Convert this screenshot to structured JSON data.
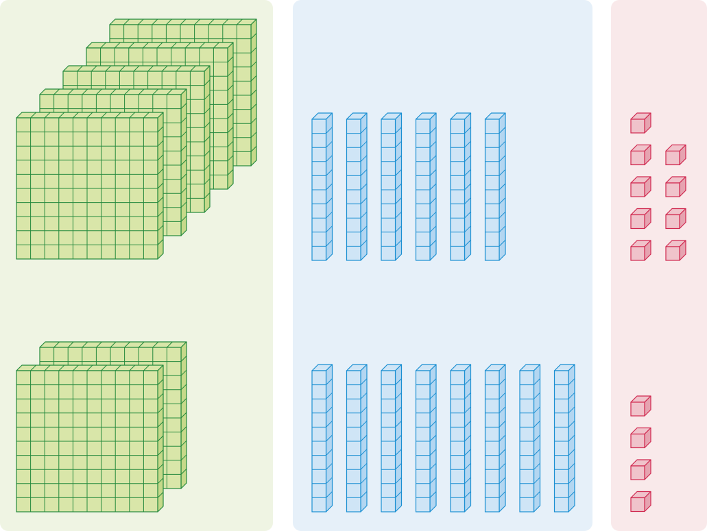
{
  "colors": {
    "page_bg": "#ffffff",
    "hundreds_panel_bg": "#eff4e3",
    "tens_panel_bg": "#e6f0f9",
    "ones_panel_bg": "#f9e9ea",
    "hundreds_fill": "#d9e6a9",
    "hundreds_side": "#c6d98a",
    "hundreds_stroke": "#23893c",
    "tens_fill": "#cfe5f6",
    "tens_side": "#b3d6f1",
    "tens_stroke": "#1a8fd2",
    "ones_fill": "#f0c3cb",
    "ones_side": "#e6a3b0",
    "ones_stroke": "#d0284f"
  },
  "icons": {
    "hundred_flat": "hundred-flat-icon",
    "ten_rod": "ten-rod-icon",
    "unit_cube": "unit-cube-icon"
  },
  "numbers": [
    {
      "hundreds": 5,
      "tens": 6,
      "ones": 9
    },
    {
      "hundreds": 2,
      "tens": 8,
      "ones": 4
    }
  ]
}
